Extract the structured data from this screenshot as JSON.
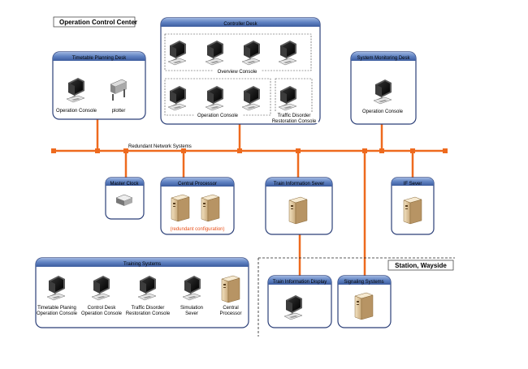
{
  "colors": {
    "network": "#ee6a1e",
    "box_border": "#2b3f78",
    "header_top": "#8ca6d6",
    "header_bottom": "#4d6fb3",
    "note": "#e8501a"
  },
  "titles": {
    "occ": "Operation Control Center",
    "station": "Station, Wayside"
  },
  "network_label": "Redundant Network Systems",
  "panels": {
    "timetable": {
      "title": "Timetable Planning Desk",
      "console": "Operation Console",
      "plotter": "plotter"
    },
    "controller": {
      "title": "Controller Desk",
      "overview": "Overview Console",
      "operation": "Operation Console",
      "traffic1": "Traffic Disorder",
      "traffic2": "Restoration Console"
    },
    "system_monitoring": {
      "title": "System Monitoring Desk",
      "console": "Operation Console"
    },
    "master_clock": {
      "title": "Master Clock"
    },
    "central_processor": {
      "title": "Central Processor",
      "note": "(redundant configuration)"
    },
    "train_info_server": {
      "title": "Train Information Sever"
    },
    "if_server": {
      "title": "IF Sever"
    },
    "training": {
      "title": "Training Systems",
      "items": [
        {
          "line1": "Timetable Planing",
          "line2": "Operation Console"
        },
        {
          "line1": "Control Desk",
          "line2": "Operation Console"
        },
        {
          "line1": "Traffic Disorder",
          "line2": "Restoration Console"
        },
        {
          "line1": "Simulation",
          "line2": "Sever"
        },
        {
          "line1": "Central",
          "line2": "Processor"
        }
      ]
    },
    "train_info_display": {
      "title": "Train Information Display"
    },
    "signaling": {
      "title": "Signaling Systems"
    }
  },
  "icons": [
    "workstation-icon",
    "plotter-icon",
    "clock-icon",
    "server-icon"
  ]
}
